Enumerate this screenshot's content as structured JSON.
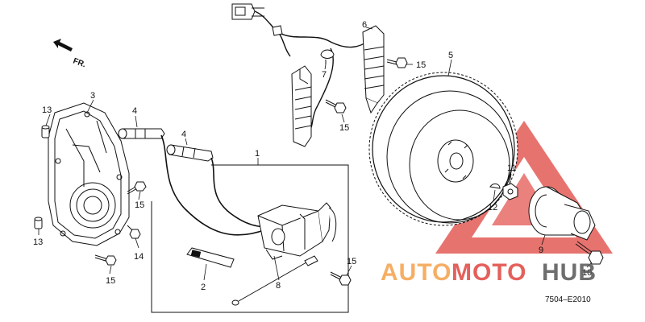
{
  "diagram": {
    "direction_label": "FR.",
    "drawing_code": "7504–E2010",
    "callouts": [
      "1",
      "2",
      "3",
      "4",
      "4",
      "5",
      "6",
      "7",
      "8",
      "9",
      "10",
      "11",
      "12",
      "13",
      "13",
      "14",
      "15",
      "15",
      "15",
      "15",
      "15"
    ]
  },
  "watermark": {
    "part1": "AUTO",
    "part2": "MOTO",
    "part3": "HUB",
    "color_orange": "#f4a04a",
    "color_red": "#e0453f",
    "color_dark": "#555555"
  }
}
